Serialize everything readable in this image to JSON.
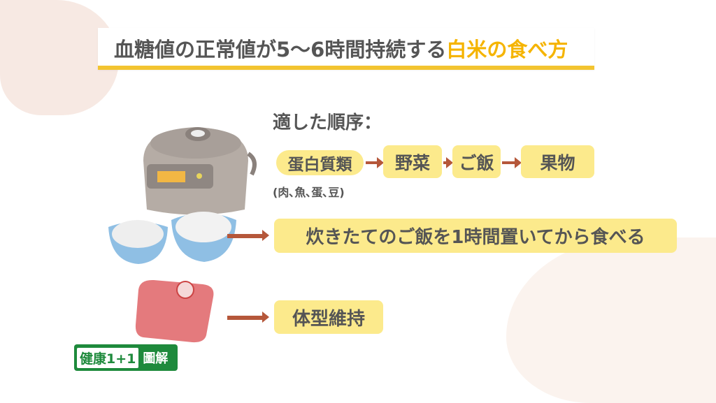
{
  "title": {
    "main": "血糖値の正常値が5～6時間持続する",
    "accent": "白米の食べ方"
  },
  "order_label": "適した順序：",
  "order": [
    {
      "label": "蛋白質類"
    },
    {
      "label": "野菜"
    },
    {
      "label": "ご飯"
    },
    {
      "label": "果物"
    }
  ],
  "protein_note": "(肉､魚､蛋､豆)",
  "tips": {
    "rice": "炊きたてのご飯を1時間置いてから食べる",
    "weight": "体型維持"
  },
  "logo": {
    "brand": "健康1+1",
    "sub": "圖解"
  },
  "colors": {
    "accent": "#f5b400",
    "pill": "#fcea8c",
    "arrow": "#b5573a",
    "logo": "#1e8a3c"
  }
}
